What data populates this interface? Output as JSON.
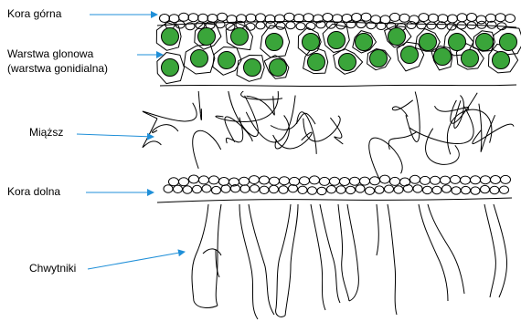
{
  "labels": {
    "upper_cortex": "Kora górna",
    "algal_layer": "Warstwa glonowa",
    "algal_layer_alt": "(warstwa gonidialna)",
    "medulla": "Miąższ",
    "lower_cortex": "Kora dolna",
    "rhizines": "Chwytniki"
  },
  "colors": {
    "algae_fill": "#3aa53a",
    "arrow": "#1f8fd8",
    "line": "#000000"
  }
}
